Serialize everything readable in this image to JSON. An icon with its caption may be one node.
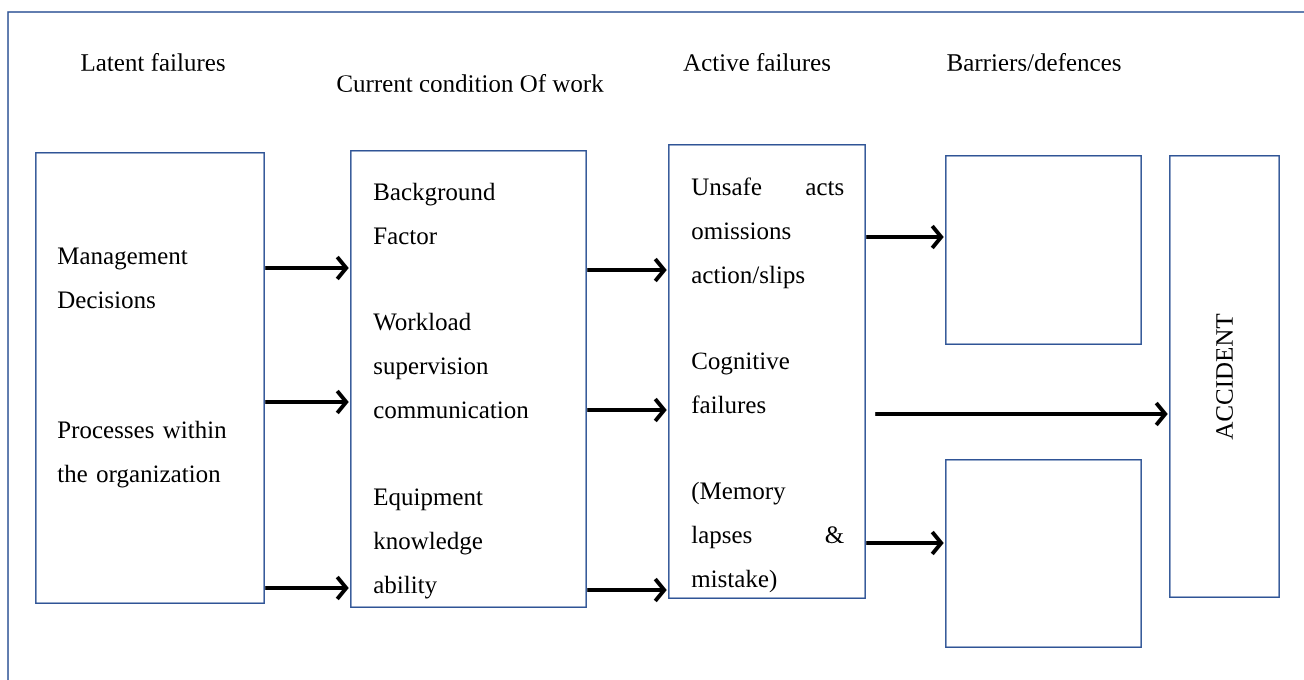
{
  "diagram": {
    "nodes": [
      {
        "text": [
          "Latent failures",
          "Management Decisions",
          "Processes within the organization"
        ]
      },
      {
        "text": [
          "Current condition Of work",
          "Background Factor",
          "Workload supervision communication",
          "Equipment knowledge ability"
        ]
      },
      {
        "text": [
          "Active failures",
          "Unsafe acts omissions action/slips",
          "Cognitive failures",
          "(Memory lapses & mistake)"
        ]
      },
      {
        "text": [],
        "shape": "box"
      },
      {
        "text": [],
        "shape": "box"
      },
      {
        "text": [
          "ACCIDENT"
        ]
      }
    ],
    "edges": [
      {
        "from": 0,
        "to": 1,
        "arrow": "to"
      },
      {
        "from": 0,
        "to": 1,
        "arrow": "to"
      },
      {
        "from": 0,
        "to": 1,
        "arrow": "to"
      },
      {
        "from": 1,
        "to": 2,
        "arrow": "to"
      },
      {
        "from": 1,
        "to": 2,
        "arrow": "to"
      },
      {
        "from": 1,
        "to": 2,
        "arrow": "to"
      },
      {
        "from": 2,
        "to": 3,
        "arrow": "to"
      },
      {
        "from": 2,
        "to": 5,
        "arrow": "to"
      },
      {
        "from": 2,
        "to": 4,
        "arrow": "to"
      }
    ],
    "labels": [
      "Barriers/defences"
    ]
  }
}
